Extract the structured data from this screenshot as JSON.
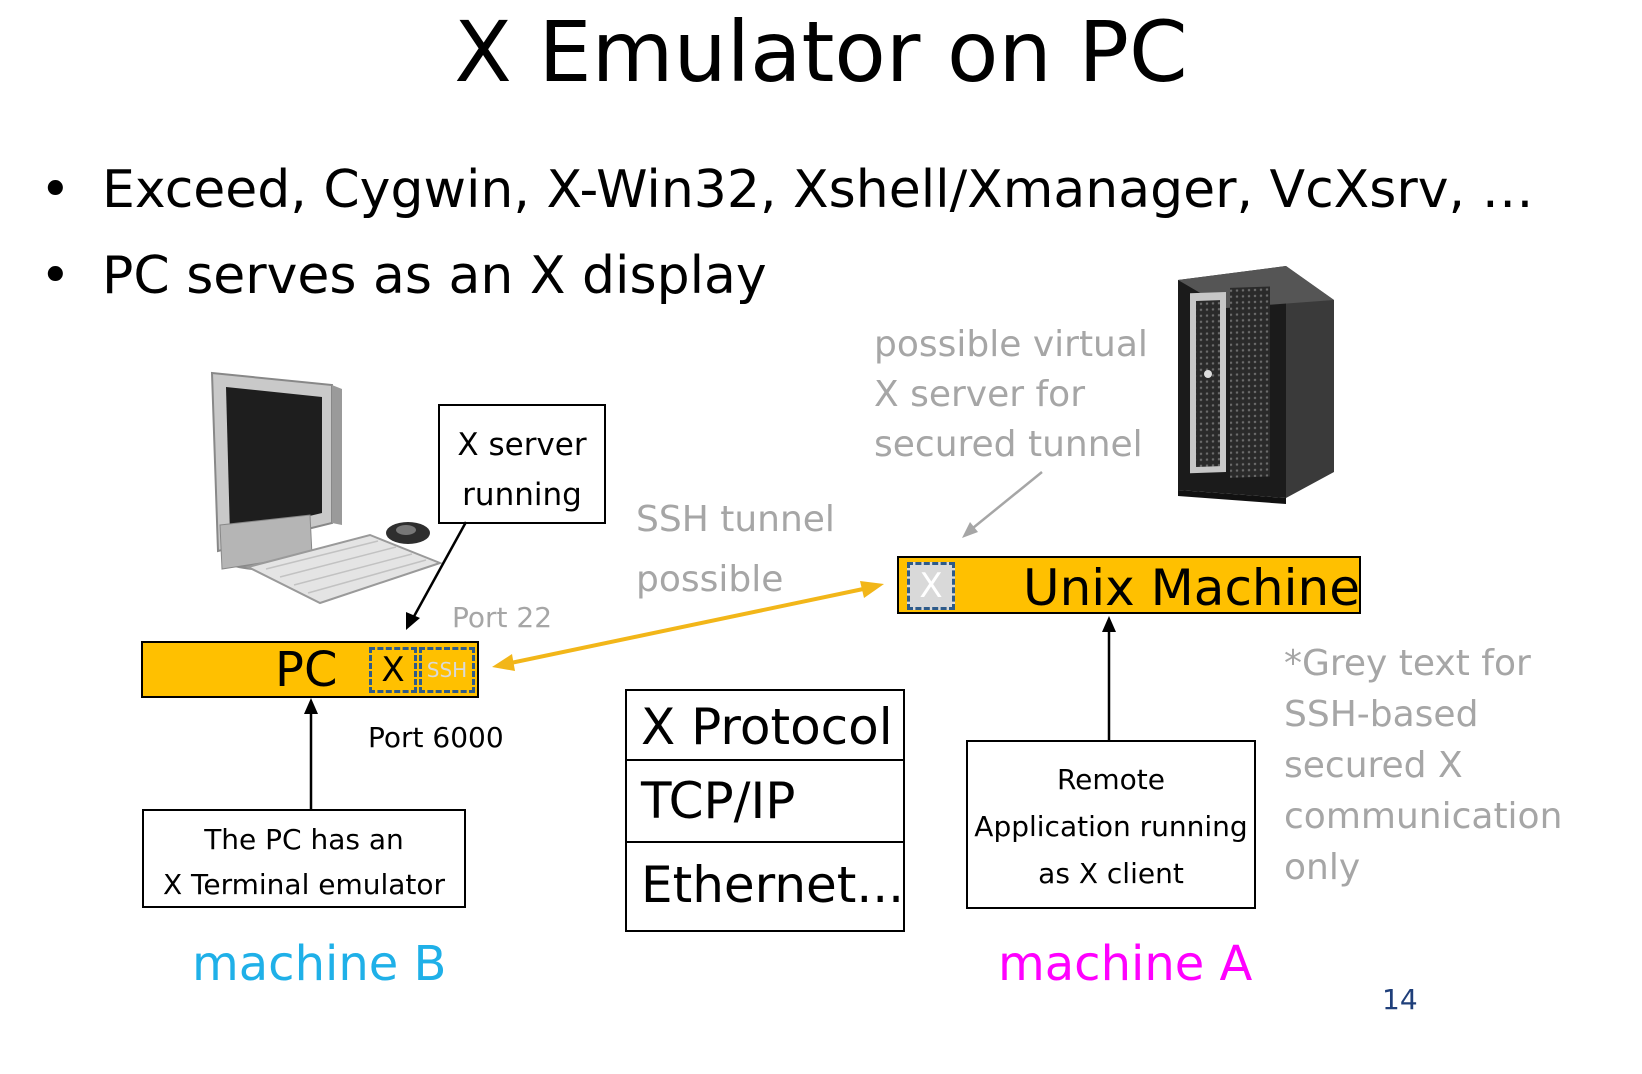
{
  "title": "X Emulator on PC",
  "bullets": [
    "Exceed, Cygwin, X-Win32, Xshell/Xmanager, VcXsrv, …",
    "PC serves as an X display"
  ],
  "bullet_marker": "•",
  "diagram": {
    "xserver_box": [
      "X server",
      "running"
    ],
    "pc_bar": {
      "label": "PC",
      "x_label": "X",
      "ssh_label": "SSH"
    },
    "port22": "Port 22",
    "port6000": "Port 6000",
    "ssh_tunnel": [
      "SSH tunnel",
      "possible"
    ],
    "virtual_xserver": [
      "possible virtual",
      "X server for",
      "secured tunnel"
    ],
    "unix_bar": {
      "label": "Unix Machine",
      "x_label": "X"
    },
    "pc_emulator_box": [
      "The PC has an",
      "X Terminal emulator"
    ],
    "protocol_stack": [
      "X Protocol",
      "TCP/IP",
      "Ethernet..."
    ],
    "remote_app_box": [
      "Remote",
      "Application running",
      "as X client"
    ],
    "grey_note": [
      "*Grey text for",
      "SSH-based",
      "secured X",
      "communication",
      "only"
    ],
    "machine_b": "machine B",
    "machine_a": "machine A"
  },
  "page_number": "14",
  "colors": {
    "bar": "#ffc000",
    "arrow": "#f2b619",
    "grey_text": "#a6a6a6",
    "dashed_border": "#2e5b8a",
    "machine_b": "#1fb0e8",
    "machine_a": "#ff00ff",
    "page_number": "#1f3f7a"
  },
  "icons": [
    "desktop-computer-icon",
    "server-tower-icon"
  ]
}
